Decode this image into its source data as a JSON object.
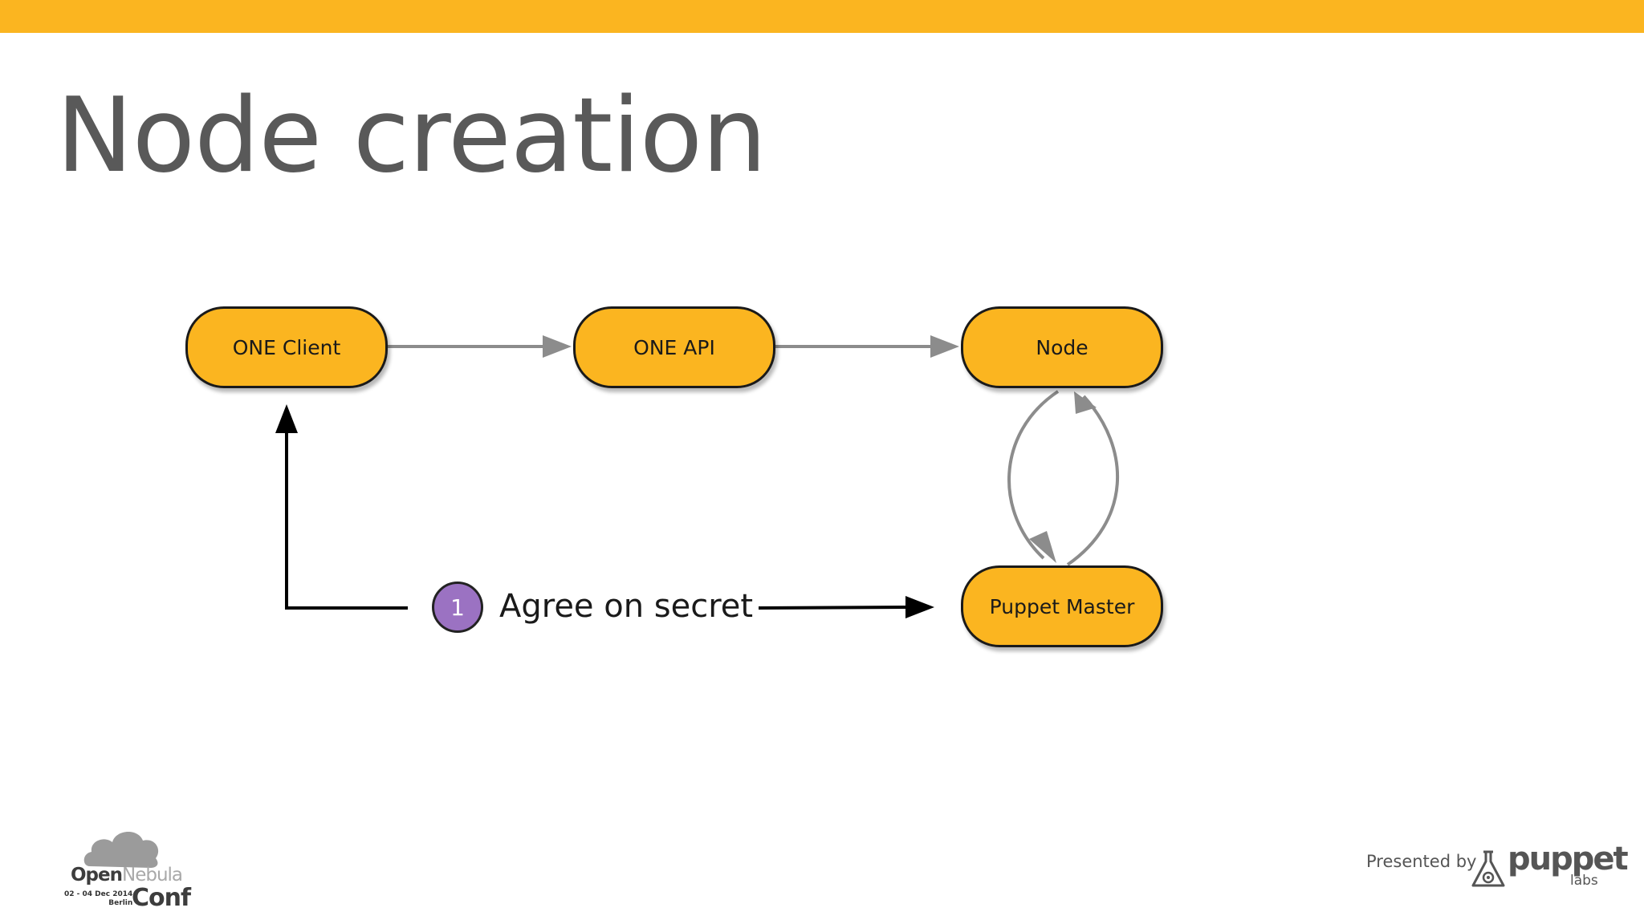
{
  "slide": {
    "title": "Node creation",
    "accent_color": "#fbb520"
  },
  "diagram": {
    "nodes": {
      "one_client": "ONE Client",
      "one_api": "ONE API",
      "node": "Node",
      "puppet_master": "Puppet Master"
    },
    "step": {
      "number": "1",
      "label": "Agree on secret",
      "badge_color": "#9b72c2"
    },
    "edges": [
      {
        "from": "ONE Client",
        "to": "ONE API",
        "color": "#8c8c8c"
      },
      {
        "from": "ONE API",
        "to": "Node",
        "color": "#8c8c8c"
      },
      {
        "from": "Node",
        "to": "Puppet Master",
        "color": "#8c8c8c"
      },
      {
        "from": "Puppet Master",
        "to": "Node",
        "color": "#8c8c8c"
      },
      {
        "from": "step 1",
        "to": "ONE Client",
        "color": "#000000"
      },
      {
        "from": "step 1",
        "to": "Puppet Master",
        "color": "#000000"
      }
    ]
  },
  "footer": {
    "conf_logo": {
      "open": "Open",
      "nebula": "Nebula",
      "dates": "02 - 04 Dec 2014",
      "city": "Berlin",
      "conf": "Conf"
    },
    "presented_by": "Presented by",
    "puppet_logo": {
      "word": "puppet",
      "sub": "labs"
    }
  }
}
